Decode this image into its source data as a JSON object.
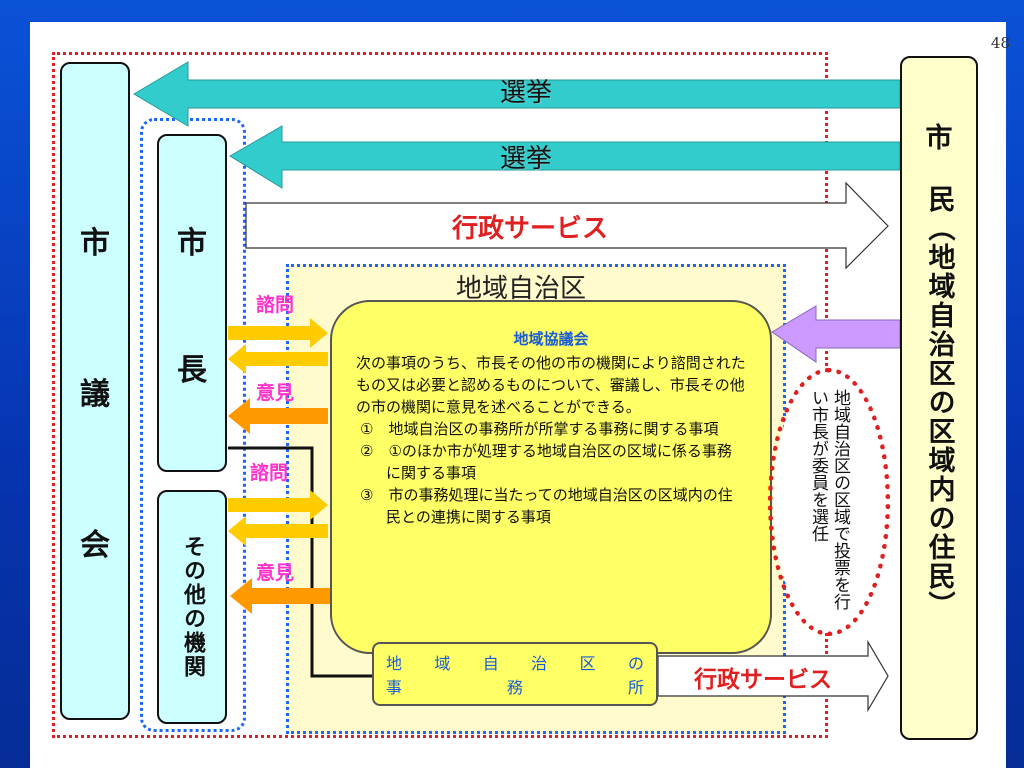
{
  "page_number": "48",
  "left": {
    "council": [
      "市",
      "議",
      "会"
    ],
    "mayor": [
      "市",
      "長"
    ],
    "other_bodies": "その他の機関"
  },
  "citizens": {
    "first": "市",
    "rest": "民︵地域自治区の区域内の住民︶"
  },
  "arrows": {
    "election_1": "選挙",
    "election_2": "選挙",
    "admin_service_top": "行政サービス",
    "admin_service_bottom": "行政サービス",
    "consult_1": "諮問",
    "opinion_1": "意見",
    "consult_2": "諮問",
    "opinion_2": "意見"
  },
  "area_title": "地域自治区",
  "council_box": {
    "title": "地域協議会",
    "body": "次の事項のうち、市長その他の市の機関により諮問されたもの又は必要と認めるものについて、審議し、市長その他の市の機関に意見を述べることができる。",
    "items": [
      "①　地域自治区の事務所が所掌する事務に関する事項",
      "②　①のほか市が処理する地域自治区の区域に係る事務に関する事項",
      "③　市の事務処理に当たっての地域自治区の区域内の住民との連携に関する事項"
    ]
  },
  "office": {
    "row1": [
      "地",
      "域",
      "自",
      "治",
      "区",
      "の"
    ],
    "row2": [
      "事",
      "務",
      "所"
    ]
  },
  "vote_note": "地域自治区の区域で投票を行い市長が委員を選任",
  "colors": {
    "background": "#0a52d8",
    "election_arrow": "#33cccc",
    "service_text": "#e02020",
    "consult_arrow": "#ffcc00",
    "opinion_arrow": "#ff9900",
    "vote_arrow": "#cc99ff",
    "council_fill": "#ffff66"
  }
}
